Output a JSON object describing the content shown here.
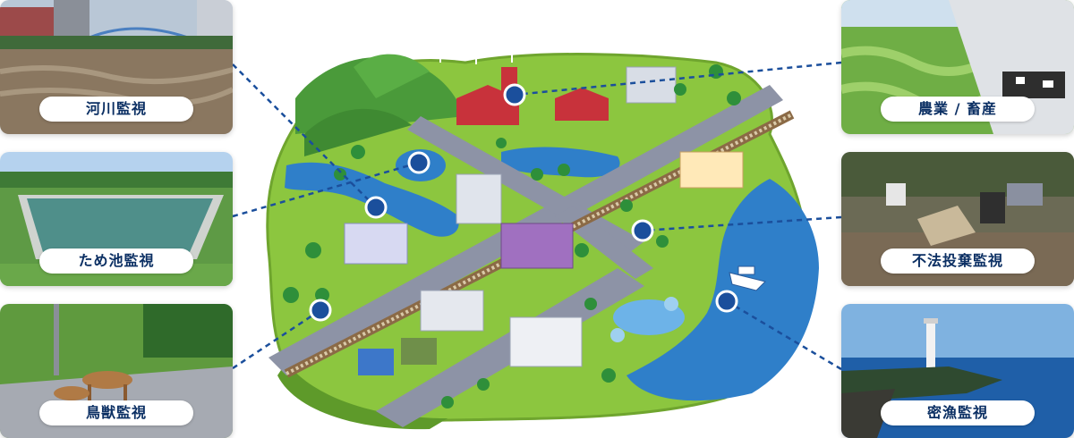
{
  "cards": {
    "river": {
      "label": "河川監視"
    },
    "pond": {
      "label": "ため池監視"
    },
    "wildlife": {
      "label": "鳥獣監視"
    },
    "agri": {
      "label": "農業 / 畜産"
    },
    "dumping": {
      "label": "不法投棄監視"
    },
    "fishing": {
      "label": "密漁監視"
    }
  },
  "colors": {
    "accent": "#1b4f9c",
    "label_text": "#0b2f63",
    "grass": "#8cc63f",
    "water": "#2f7fc9",
    "road": "#8d93a6"
  }
}
